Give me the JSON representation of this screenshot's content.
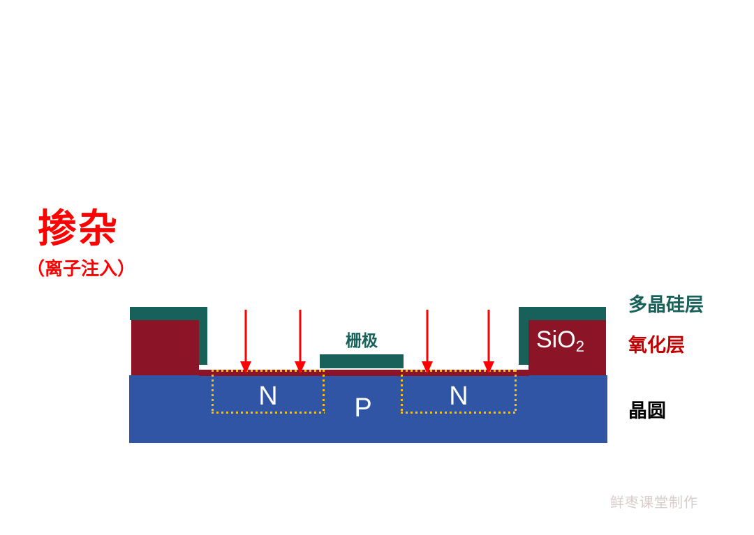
{
  "figure": {
    "title": "掺杂",
    "subtitle": "（离子注入）",
    "watermark": "鲜枣课堂制作"
  },
  "diagram": {
    "gate_label": "栅极",
    "sio2_label_main": "SiO",
    "sio2_label_sub": "2",
    "regions": [
      {
        "id": "n-left",
        "label": "N"
      },
      {
        "id": "p-body",
        "label": "P"
      },
      {
        "id": "n-right",
        "label": "N"
      }
    ],
    "arrows": [
      {
        "id": "implant-arrow-1"
      },
      {
        "id": "implant-arrow-2"
      },
      {
        "id": "implant-arrow-3"
      },
      {
        "id": "implant-arrow-4"
      }
    ]
  },
  "legend": {
    "items": [
      {
        "id": "polysilicon",
        "label": "多晶硅层",
        "color": "#18615a"
      },
      {
        "id": "oxide",
        "label": "氧化层",
        "color": "#c00000"
      },
      {
        "id": "wafer",
        "label": "晶圆",
        "color": "#000000"
      }
    ]
  },
  "colors": {
    "substrate_blue": "#2f55a4",
    "oxide_dark_red": "#8b1526",
    "polysilicon_teal": "#18615a",
    "implant_dotted": "#ffc000",
    "arrow_red": "#ff0000",
    "title_red": "#ff0000",
    "background": "#ffffff"
  }
}
